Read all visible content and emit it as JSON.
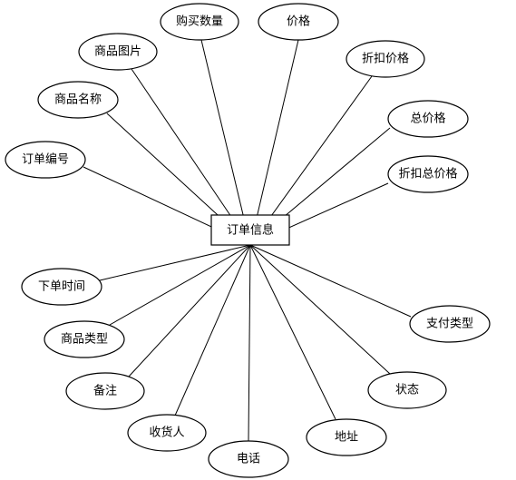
{
  "entity": {
    "label": "订单信息"
  },
  "attributes": [
    {
      "id": "attr-purchase-quantity",
      "label": "购买数量"
    },
    {
      "id": "attr-price",
      "label": "价格"
    },
    {
      "id": "attr-product-image",
      "label": "商品图片"
    },
    {
      "id": "attr-discount-price",
      "label": "折扣价格"
    },
    {
      "id": "attr-product-name",
      "label": "商品名称"
    },
    {
      "id": "attr-total-price",
      "label": "总价格"
    },
    {
      "id": "attr-order-number",
      "label": "订单编号"
    },
    {
      "id": "attr-discount-total-price",
      "label": "折扣总价格"
    },
    {
      "id": "attr-order-time",
      "label": "下单时间"
    },
    {
      "id": "attr-payment-type",
      "label": "支付类型"
    },
    {
      "id": "attr-product-type",
      "label": "商品类型"
    },
    {
      "id": "attr-remark",
      "label": "备注"
    },
    {
      "id": "attr-status",
      "label": "状态"
    },
    {
      "id": "attr-receiver",
      "label": "收货人"
    },
    {
      "id": "attr-address",
      "label": "地址"
    },
    {
      "id": "attr-phone",
      "label": "电话"
    }
  ]
}
